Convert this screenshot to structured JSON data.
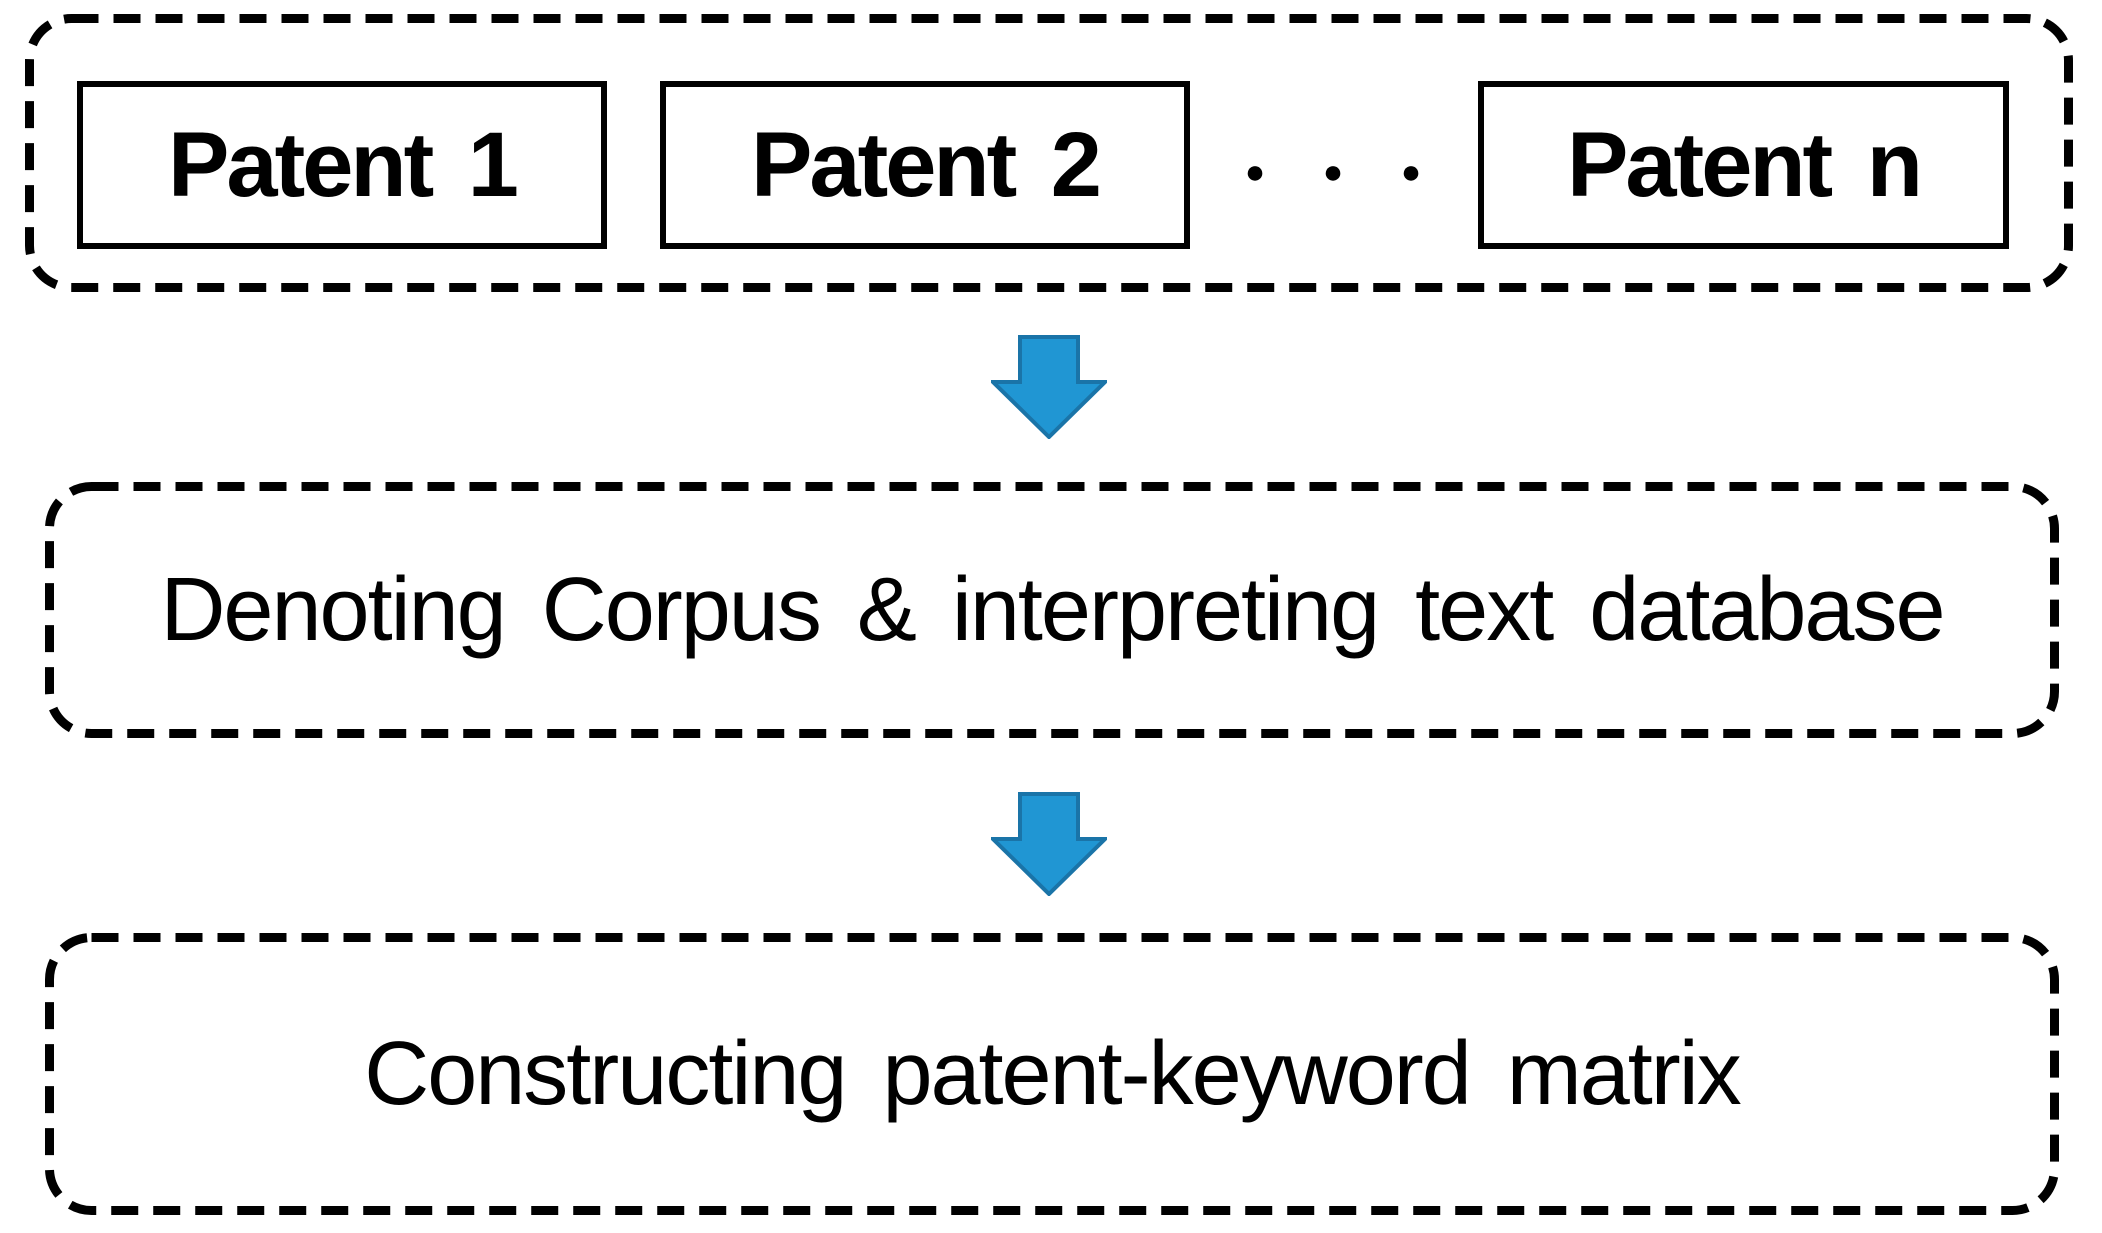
{
  "diagram": {
    "patent_group": {
      "patents": [
        {
          "label": "Patent 1"
        },
        {
          "label": "Patent 2"
        },
        {
          "label": "Patent n"
        }
      ],
      "ellipsis": "● ● ●"
    },
    "steps": [
      {
        "label": "Denoting Corpus & interpreting text database"
      },
      {
        "label": "Constructing patent-keyword matrix"
      }
    ],
    "colors": {
      "arrow_fill": "#2096D3",
      "arrow_stroke": "#1A74A8",
      "border": "#000000",
      "background": "#FFFFFF"
    }
  }
}
